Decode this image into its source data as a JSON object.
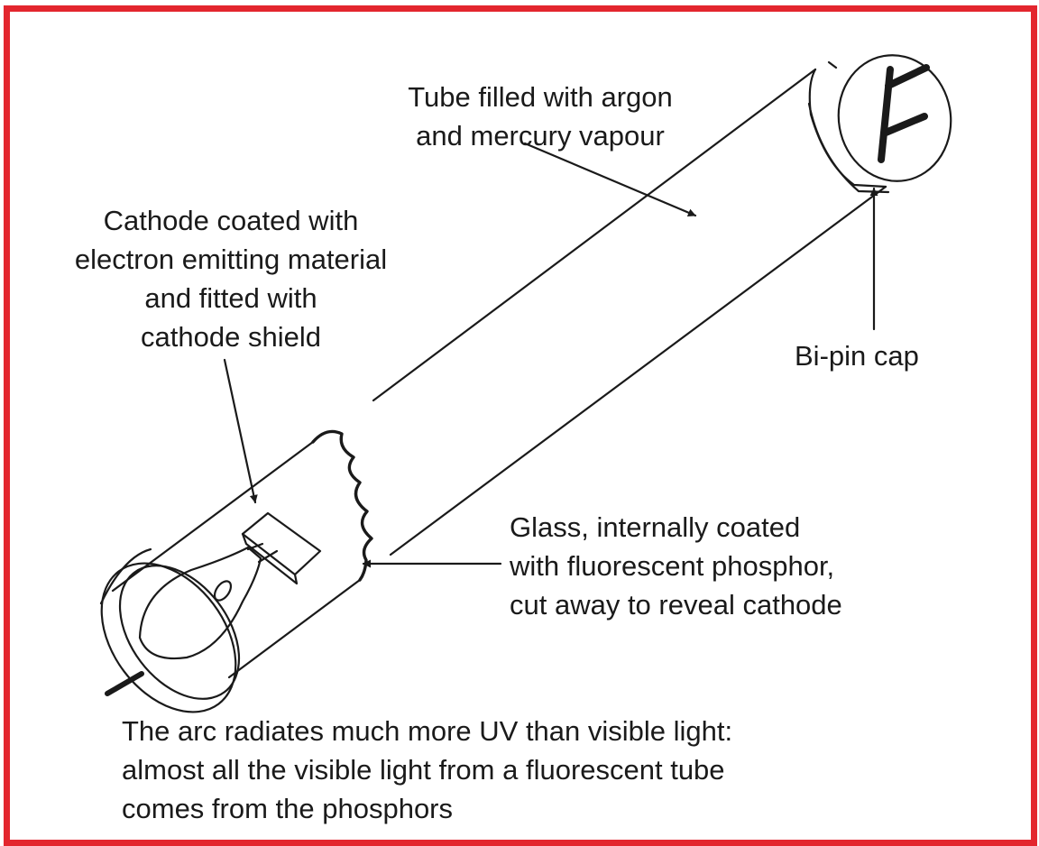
{
  "colors": {
    "border": "#e3262e",
    "ink": "#1a1a1a",
    "background": "#ffffff"
  },
  "labels": {
    "gas": [
      "Tube filled with argon",
      "and mercury vapour"
    ],
    "cathode": [
      "Cathode coated with",
      "electron emitting material",
      "and fitted with",
      "cathode shield"
    ],
    "bipin": [
      "Bi-pin cap"
    ],
    "glass": [
      "Glass, internally coated",
      "with fluorescent phosphor,",
      "cut away to reveal cathode"
    ],
    "caption": [
      "The arc radiates much more UV than visible light:",
      "almost all the visible light from a fluorescent tube",
      "comes from the phosphors"
    ]
  }
}
